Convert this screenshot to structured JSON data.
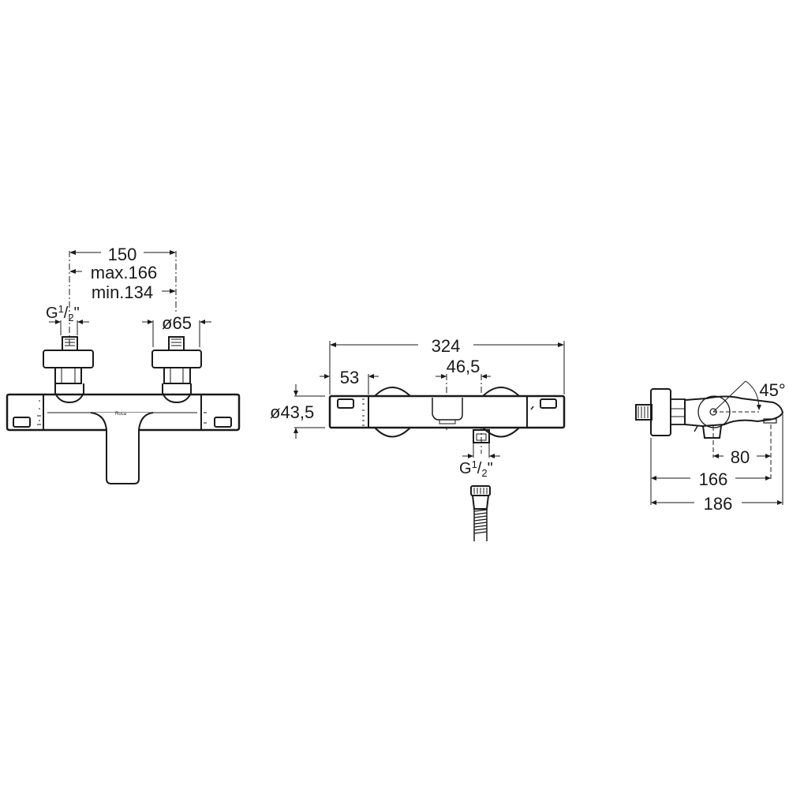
{
  "drawing": {
    "front_view": {
      "dim_spacing": "150",
      "dim_max": "max.166",
      "dim_min": "min.134",
      "inlet_thread": "G",
      "inlet_thread_frac_num": "1",
      "inlet_thread_frac_den": "2",
      "inlet_thread_suffix": "\"",
      "escutcheon_diameter": "ø65",
      "brand_mark": "Roca"
    },
    "top_view": {
      "overall_length": "324",
      "handle_offset": "53",
      "outlet_offset": "46,5",
      "body_diameter": "ø43,5",
      "outlet_thread": "G",
      "outlet_thread_frac_num": "1",
      "outlet_thread_frac_den": "2",
      "outlet_thread_suffix": "\""
    },
    "side_view": {
      "spout_angle": "45°",
      "spout_reach": "80",
      "depth_to_spout": "166",
      "overall_depth": "186"
    }
  }
}
